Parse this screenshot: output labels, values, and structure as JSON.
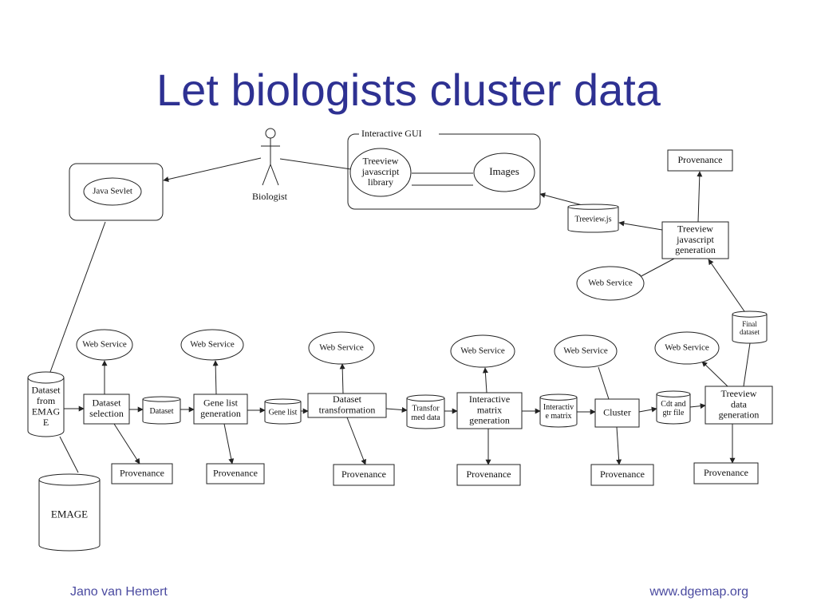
{
  "slide": {
    "title": "Let biologists cluster data",
    "footer_left": "Jano van Hemert",
    "footer_right": "www.dgemap.org"
  },
  "diagram": {
    "gui_label": "Interactive GUI",
    "java_servlet": "Java Sevlet",
    "biologist": "Biologist",
    "treeview_lib": [
      "Treeview",
      "javascript",
      "library"
    ],
    "images": "Images",
    "treeview_js": "Treeview.js",
    "tv_js_gen": [
      "Treeview",
      "javascript",
      "generation"
    ],
    "final_dataset": [
      "Final",
      "dataset"
    ],
    "tv_data_gen": [
      "Treeview",
      "data",
      "generation"
    ],
    "dataset_emage": [
      "Dataset",
      "from",
      "EMAG",
      "E"
    ],
    "emage": "EMAGE",
    "dataset_selection": [
      "Dataset",
      "selection"
    ],
    "dataset_store": "Dataset",
    "gene_list_gen": [
      "Gene list",
      "generation"
    ],
    "gene_list_store": "Gene list",
    "dataset_transformation": [
      "Dataset",
      "transformation"
    ],
    "transformed_data": [
      "Transfor",
      "med data"
    ],
    "interactive_matrix_gen": [
      "Interactive",
      "matrix",
      "generation"
    ],
    "interactive_matrix_store": [
      "Interactiv",
      "e matrix"
    ],
    "cluster": "Cluster",
    "cdt_gtr": [
      "Cdt and",
      "gtr file"
    ],
    "web_service": "Web Service",
    "provenance": "Provenance"
  }
}
